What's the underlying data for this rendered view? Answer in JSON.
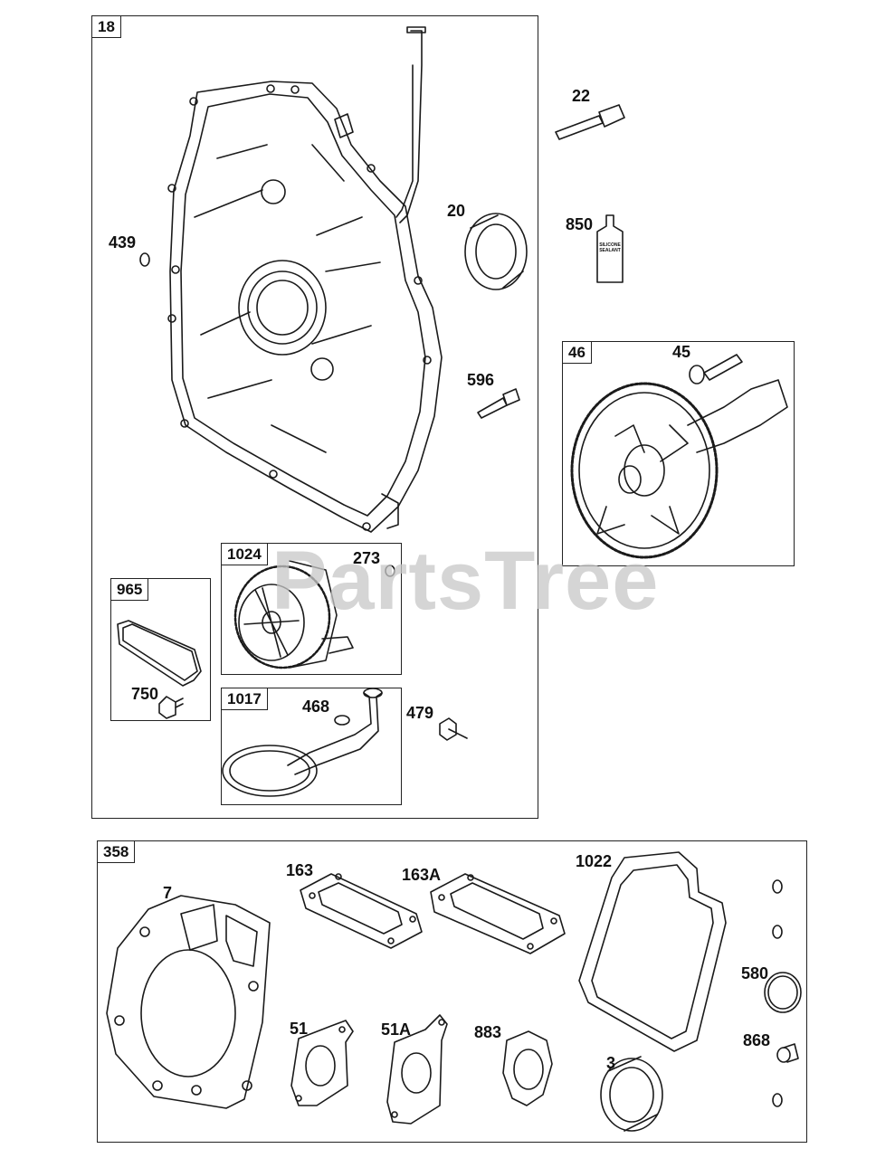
{
  "watermark": "PartsTree",
  "groups": {
    "g18": "18",
    "g46": "46",
    "g965": "965",
    "g1024": "1024",
    "g1017": "1017",
    "g358": "358"
  },
  "parts": {
    "p22": "22",
    "p20": "20",
    "p850": "850",
    "p439": "439",
    "p45": "45",
    "p596": "596",
    "p273": "273",
    "p750": "750",
    "p468": "468",
    "p479": "479",
    "p7": "7",
    "p163": "163",
    "p163A": "163A",
    "p1022": "1022",
    "p580": "580",
    "p51": "51",
    "p51A": "51A",
    "p883": "883",
    "p3": "3",
    "p868": "868"
  },
  "sealant_tube": [
    "SILICONE",
    "SEALANT"
  ]
}
